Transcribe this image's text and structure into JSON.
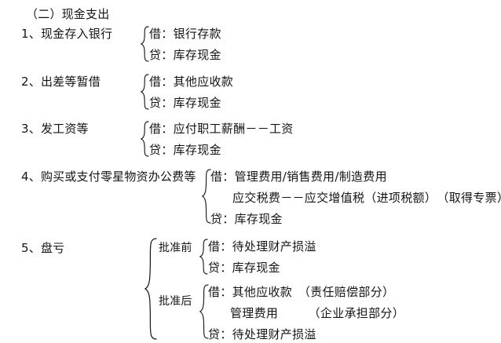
{
  "document": {
    "heading": "（二）现金支出",
    "sections": [
      {
        "label": "1、现金存入银行",
        "entries": [
          "借：银行存款",
          "贷：库存现金"
        ]
      },
      {
        "label": "2、出差等暂借",
        "entries": [
          "借：其他应收款",
          "贷：库存现金"
        ]
      },
      {
        "label": "3、发工资等",
        "entries": [
          "借：应付职工薪酬－－工资",
          "贷：库存现金"
        ]
      },
      {
        "label": "4、购买或支付零星物资办公费等",
        "entries": [
          "借：管理费用/销售费用/制造费用",
          "应交税费－－应交增值税（进项税额）　（取得专票）",
          "贷：库存现金"
        ]
      },
      {
        "label": "5、盘亏",
        "branches": [
          {
            "name": "批准前",
            "entries": [
              "借：待处理财产损溢",
              "贷：库存现金"
            ]
          },
          {
            "name": "批准后",
            "entries": [
              "借：其他应收款　（责任赔偿部分）",
              "管理费用　　　（企业承担部分）",
              "贷：待处理财产损溢"
            ]
          }
        ]
      }
    ]
  },
  "style": {
    "text_color": "#141414",
    "background": "#ffffff",
    "brace_color": "#1c1c1c"
  }
}
